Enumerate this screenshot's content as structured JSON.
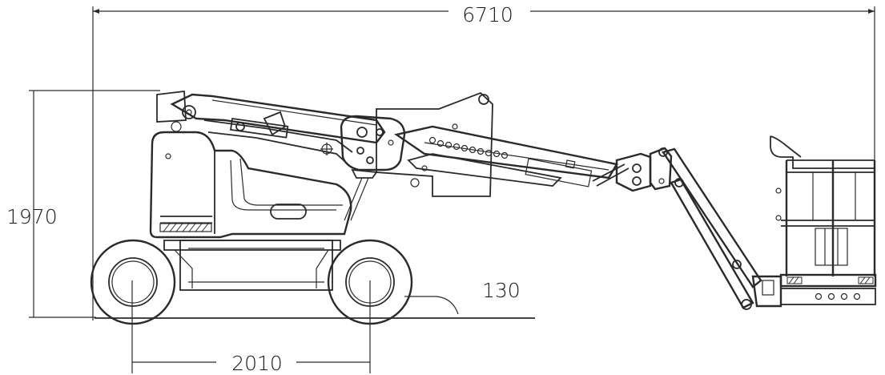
{
  "dimensions": {
    "overall_length": "6710",
    "height": "1970",
    "wheelbase": "2010",
    "ground_clearance": "130"
  },
  "colors": {
    "line": "#2a2a2a",
    "text": "#1a1a1a",
    "background": "#ffffff"
  }
}
